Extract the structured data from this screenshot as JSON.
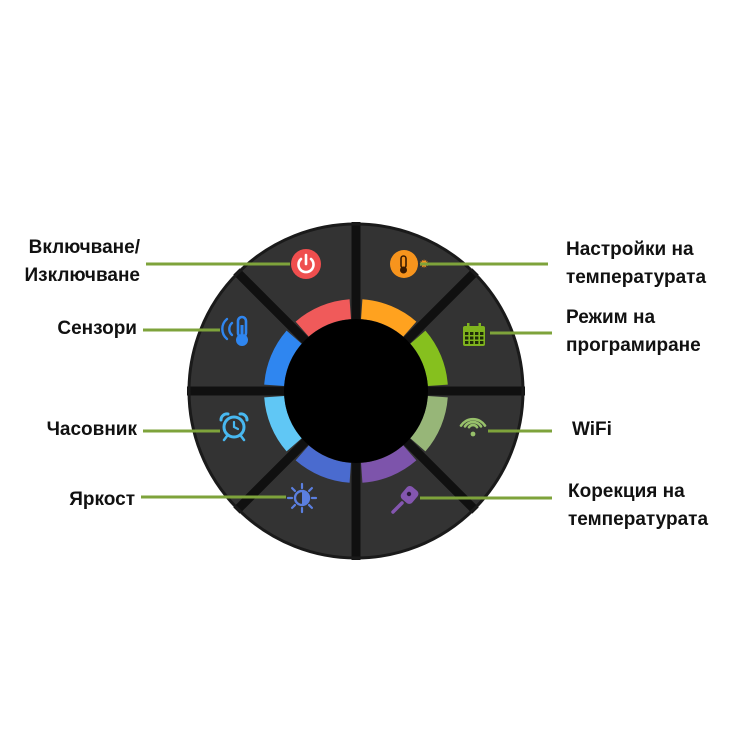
{
  "colors": {
    "segment": "#333333",
    "gap": "#101010",
    "center": "#000000",
    "leader": "#7ea33b"
  },
  "segments": [
    {
      "id": "power",
      "icon": "power-icon",
      "arc_color": "#f05a5a",
      "icon_color": "#ef4e4e"
    },
    {
      "id": "temp-settings",
      "icon": "thermometer-sun-icon",
      "arc_color": "#ffa21f",
      "icon_color": "#f7941d"
    },
    {
      "id": "program",
      "icon": "calendar-icon",
      "arc_color": "#86c01e",
      "icon_color": "#7fb41e"
    },
    {
      "id": "wifi",
      "icon": "wifi-icon",
      "arc_color": "#97b678",
      "icon_color": "#97c06a"
    },
    {
      "id": "temp-correction",
      "icon": "temperature-probe-icon",
      "arc_color": "#7d54ab",
      "icon_color": "#8456b0"
    },
    {
      "id": "brightness",
      "icon": "brightness-icon",
      "arc_color": "#4a6bcf",
      "icon_color": "#5b7fe0"
    },
    {
      "id": "clock",
      "icon": "alarm-clock-icon",
      "arc_color": "#60c7f5",
      "icon_color": "#48b8f0"
    },
    {
      "id": "sensors",
      "icon": "sensor-thermometer-icon",
      "arc_color": "#2f86f0",
      "icon_color": "#2f86f0"
    }
  ],
  "labels": {
    "power": [
      "Включване/",
      "Изключване"
    ],
    "temp_settings": [
      "Настройки на",
      "температурата"
    ],
    "sensors": [
      "Сензори"
    ],
    "program": [
      "Режим на",
      "програмиране"
    ],
    "clock": [
      "Часовник"
    ],
    "wifi": [
      "WiFi"
    ],
    "brightness": [
      "Яркост"
    ],
    "temp_correction": [
      "Корекция на",
      "температурата"
    ]
  }
}
